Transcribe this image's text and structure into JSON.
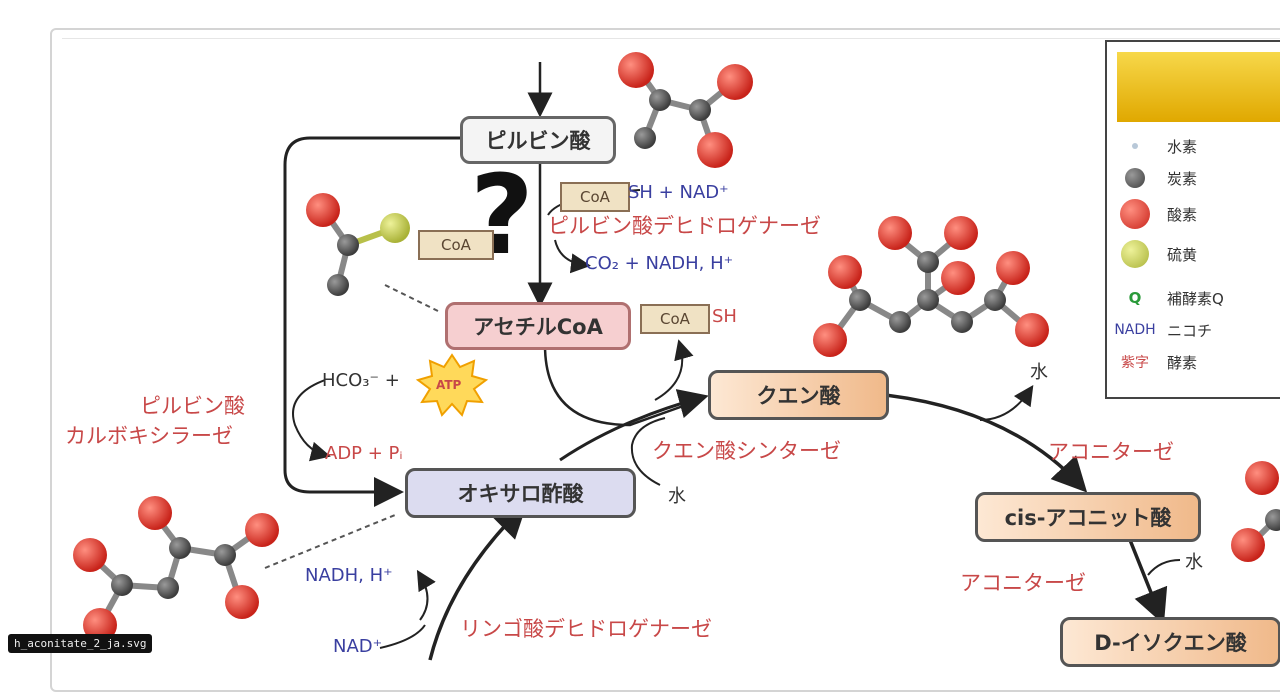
{
  "caption": "h_aconitate_2_ja.svg",
  "nodes": {
    "pyruvate": "ピルビン酸",
    "acetyl_coa": "アセチルCoA",
    "citrate": "クエン酸",
    "oxaloacetate": "オキサロ酢酸",
    "cis_aconitate": "cis-アコニット酸",
    "isocitrate": "D-イソクエン酸"
  },
  "coa_label": "CoA",
  "labels": {
    "sh_nad": "SH + NAD⁺",
    "pdh": "ピルビン酸デヒドロゲナーゼ",
    "co2_nadh": "CO₂ + NADH, H⁺",
    "sh": "SH",
    "hco3": "HCO₃⁻ +",
    "atp": "ATP",
    "pc_line1": "ピルビン酸",
    "pc_line2": "カルボキシラーゼ",
    "adp_pi": "ADP + Pᵢ",
    "citrate_synthase": "クエン酸シンターゼ",
    "water1": "水",
    "water2": "水",
    "water3": "水",
    "aconitase1": "アコニターゼ",
    "aconitase2": "アコニターゼ",
    "nadh_h": "NADH, H⁺",
    "malate_dh": "リンゴ酸デヒドロゲナーゼ",
    "nad": "NAD⁺",
    "question": "?"
  },
  "legend": {
    "items": [
      {
        "icon": "hydrogen-dot",
        "label": "水素"
      },
      {
        "icon": "carbon-ball",
        "label": "炭素"
      },
      {
        "icon": "oxygen-ball",
        "label": "酸素"
      },
      {
        "icon": "sulfur-ball",
        "label": "硫黄"
      },
      {
        "icon": "Q",
        "label": "補酵素Q"
      },
      {
        "icon": "NADH",
        "label": "ニコチ"
      },
      {
        "icon": "紫字",
        "label": "酵素"
      }
    ]
  },
  "colors": {
    "oxygen": "#d23a2e",
    "carbon": "#5e5e5e",
    "sulfur": "#b8c04a",
    "enzyme_red": "#c84848",
    "cofactor_blue": "#3a3fa0",
    "citrate_fill": "#f6c79a",
    "acetyl_fill": "#f6cfd0",
    "oxalo_fill": "#dcdcf0"
  }
}
